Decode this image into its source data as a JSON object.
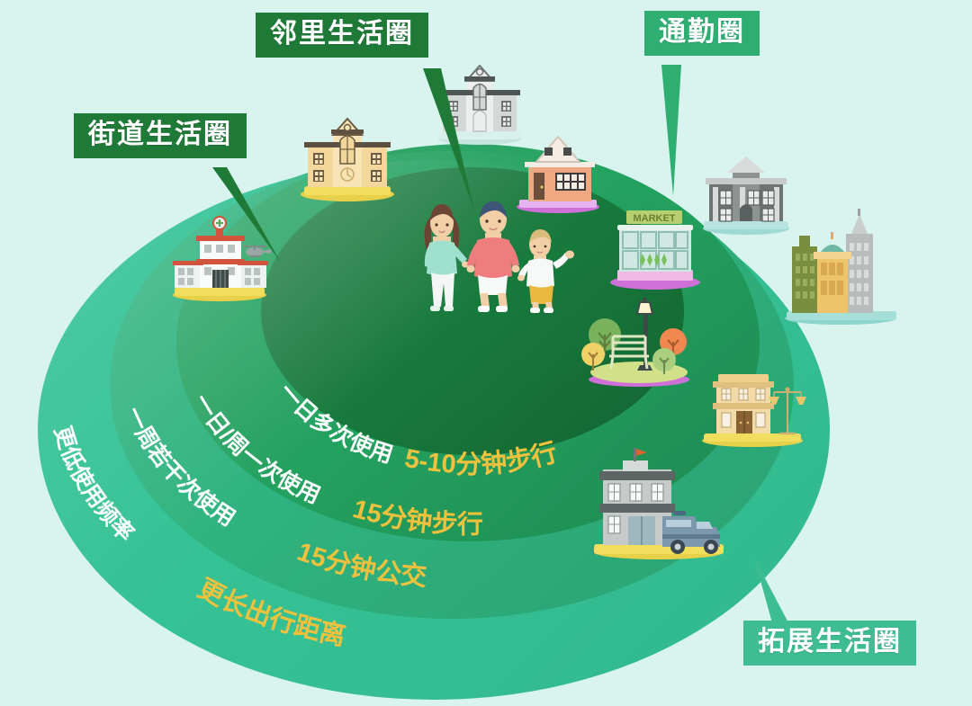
{
  "meta": {
    "title": "社区生活圈同心圆示意图",
    "background_color": "#d9f4ef"
  },
  "callouts": [
    {
      "id": "street",
      "label": "街道生活圈",
      "box_color": "#1f7a38",
      "text_color": "#ffffff"
    },
    {
      "id": "neighbor",
      "label": "邻里生活圈",
      "box_color": "#1f7a38",
      "text_color": "#ffffff"
    },
    {
      "id": "commute",
      "label": "通勤圈",
      "box_color": "#2fae72",
      "text_color": "#ffffff"
    },
    {
      "id": "expand",
      "label": "拓展生活圈",
      "box_color": "#3fbd92",
      "text_color": "#ffffff"
    }
  ],
  "rings": [
    {
      "id": "ring1",
      "name": "邻里生活圈",
      "color": "#17793c",
      "frequency_text": "一日多次使用",
      "travel_text": "5-10分钟步行",
      "frequency_color": "#ffffff",
      "travel_color": "#f0c13c"
    },
    {
      "id": "ring2",
      "name": "街道生活圈",
      "color": "#23a15f",
      "frequency_text": "一日/周一次使用",
      "travel_text": "15分钟步行",
      "frequency_color": "#ffffff",
      "travel_color": "#f0c13c"
    },
    {
      "id": "ring3",
      "name": "通勤圈",
      "color": "#2fb37f",
      "frequency_text": "一周若干次使用",
      "travel_text": "15分钟公交",
      "frequency_color": "#ffffff",
      "travel_color": "#f0c13c"
    },
    {
      "id": "ring4",
      "name": "拓展生活圈",
      "color": "#35c295",
      "frequency_text": "更低使用频率",
      "travel_text": "更长出行距离",
      "frequency_color": "#ffffff",
      "travel_color": "#f0c13c"
    }
  ],
  "signage": {
    "market_label": "MARKET"
  },
  "illustrations": [
    {
      "id": "family",
      "name": "家庭三口人",
      "ring": "ring1"
    },
    {
      "id": "market",
      "name": "超市",
      "ring": "ring1"
    },
    {
      "id": "park",
      "name": "公园长椅绿地",
      "ring": "ring1"
    },
    {
      "id": "house",
      "name": "住宅",
      "ring": "ring2"
    },
    {
      "id": "school",
      "name": "学校",
      "ring": "ring2"
    },
    {
      "id": "hospital",
      "name": "医院",
      "ring": "ring2"
    },
    {
      "id": "civic",
      "name": "公共建筑",
      "ring": "ring3"
    },
    {
      "id": "courthouse",
      "name": "法院",
      "ring": "ring3"
    },
    {
      "id": "police",
      "name": "派出所",
      "ring": "ring3"
    },
    {
      "id": "government",
      "name": "政府大楼",
      "ring": "ring4"
    },
    {
      "id": "city",
      "name": "城市高楼群",
      "ring": "ring4"
    }
  ]
}
